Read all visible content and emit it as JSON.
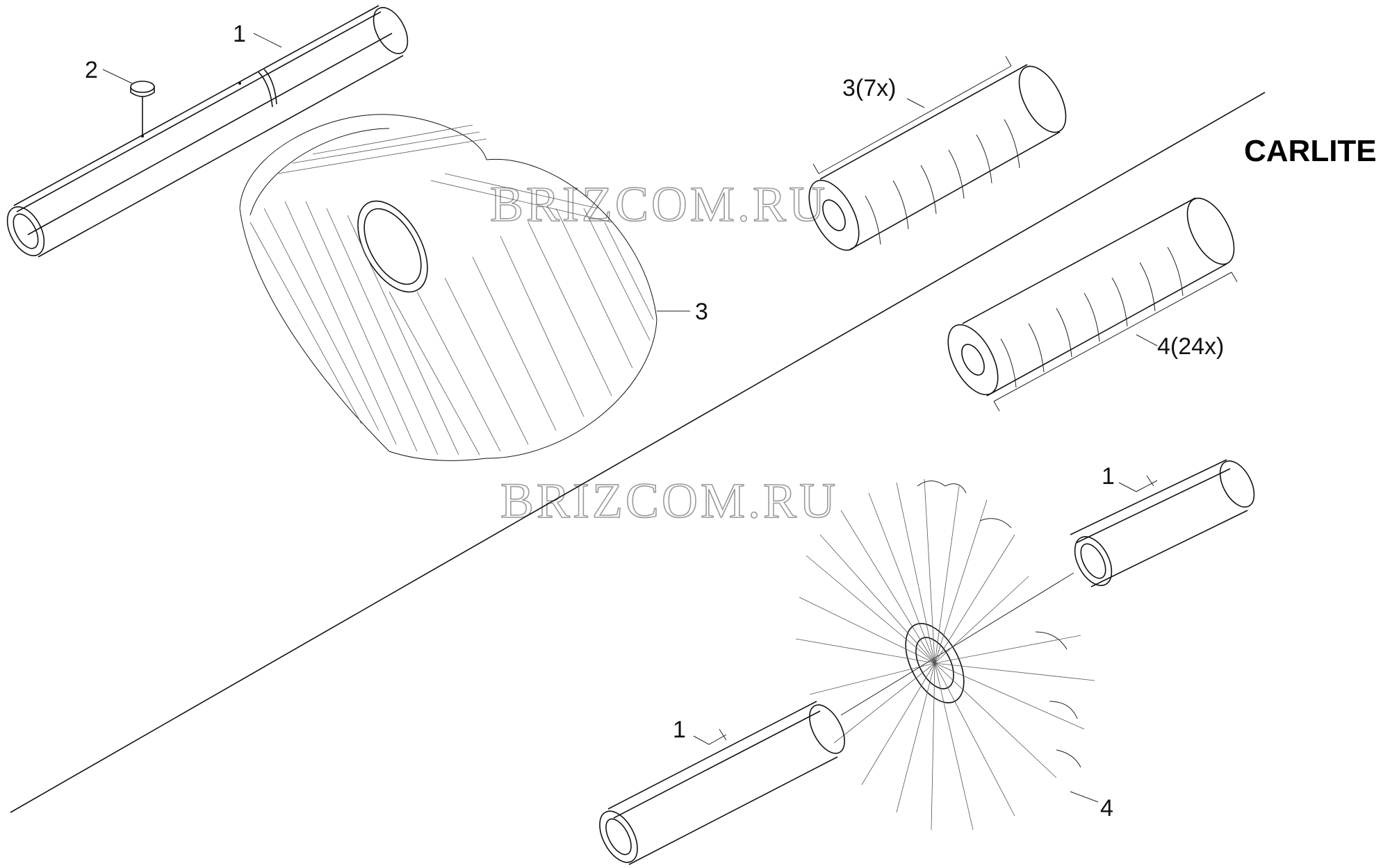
{
  "brand": "CARLITE",
  "watermarks": [
    "BRIZCOM.RU",
    "BRIZCOM.RU"
  ],
  "callouts": [
    {
      "id": "top-core",
      "text": "1"
    },
    {
      "id": "screw",
      "text": "2"
    },
    {
      "id": "brush-ring",
      "text": "3"
    },
    {
      "id": "roll-a",
      "text": "3(7x)"
    },
    {
      "id": "roll-b",
      "text": "4(24x)"
    },
    {
      "id": "core-right",
      "text": "1"
    },
    {
      "id": "core-bottom",
      "text": "1"
    },
    {
      "id": "brush-disc",
      "text": "4"
    }
  ]
}
